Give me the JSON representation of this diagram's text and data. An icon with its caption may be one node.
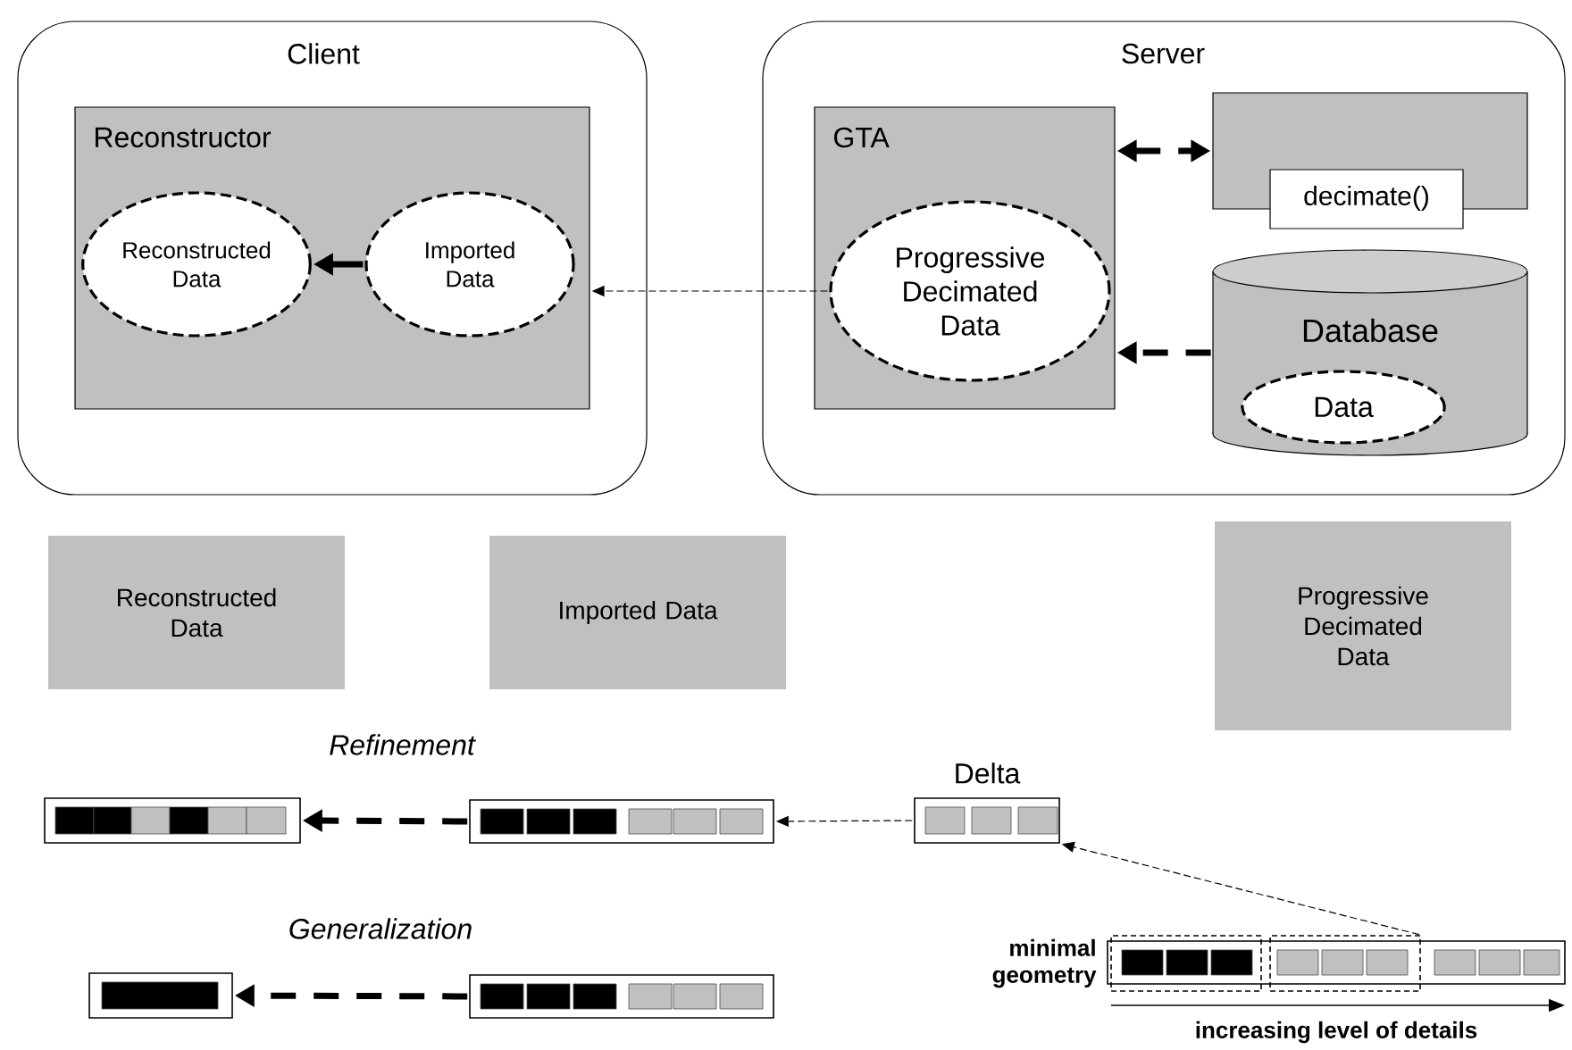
{
  "diagram": {
    "nodes": [
      {
        "text": [
          "Client"
        ]
      },
      {
        "text": [
          "Reconstructor"
        ],
        "in": 0
      },
      {
        "text": [
          "Reconstructed Data"
        ],
        "in": 1
      },
      {
        "text": [
          "Imported Data"
        ],
        "in": 1
      },
      {
        "text": [
          "Server"
        ]
      },
      {
        "text": [
          "GTA"
        ],
        "in": 4
      },
      {
        "text": [
          "Progressive Decimated Data"
        ],
        "in": 5
      },
      {
        "text": [],
        "shape": "box",
        "in": 4
      },
      {
        "text": [
          "decimate()"
        ],
        "in": 4
      },
      {
        "text": [
          "Database"
        ],
        "in": 4
      },
      {
        "text": [
          "Data"
        ],
        "in": 9
      },
      {
        "text": [
          "Reconstructed Data"
        ]
      },
      {
        "text": [
          "Imported Data"
        ]
      },
      {
        "text": [
          "Progressive Decimated Data"
        ]
      },
      {
        "text": [],
        "shape": "bar"
      },
      {
        "text": [],
        "shape": "bar"
      },
      {
        "text": [
          "Delta"
        ]
      },
      {
        "text": [],
        "shape": "bar"
      },
      {
        "text": [],
        "shape": "bar"
      },
      {
        "text": [],
        "shape": "bar"
      },
      {
        "text": [],
        "shape": "box",
        "beside": [
          "minimal geometry"
        ]
      },
      {
        "text": [],
        "shape": "box"
      }
    ],
    "edges": [
      {
        "from": 3,
        "to": 2,
        "arrow": "to"
      },
      {
        "from": 6,
        "to": 1,
        "arrow": "to",
        "style": "dashed"
      },
      {
        "from": 5,
        "to": 7,
        "arrow": "both",
        "style": "dashed"
      },
      {
        "from": 9,
        "to": 5,
        "arrow": "to",
        "style": "dashed"
      },
      {
        "from": 15,
        "to": 14,
        "arrow": "to",
        "label": "Refinement",
        "style": "dashed"
      },
      {
        "from": 18,
        "to": 17,
        "arrow": "to",
        "label": "Generalization",
        "style": "dashed"
      },
      {
        "from": 16,
        "to": 15,
        "arrow": "to",
        "style": "dashed"
      },
      {
        "from": 21,
        "to": 16,
        "arrow": "to",
        "style": "dashed"
      }
    ],
    "labels": [
      "increasing level of details"
    ]
  }
}
